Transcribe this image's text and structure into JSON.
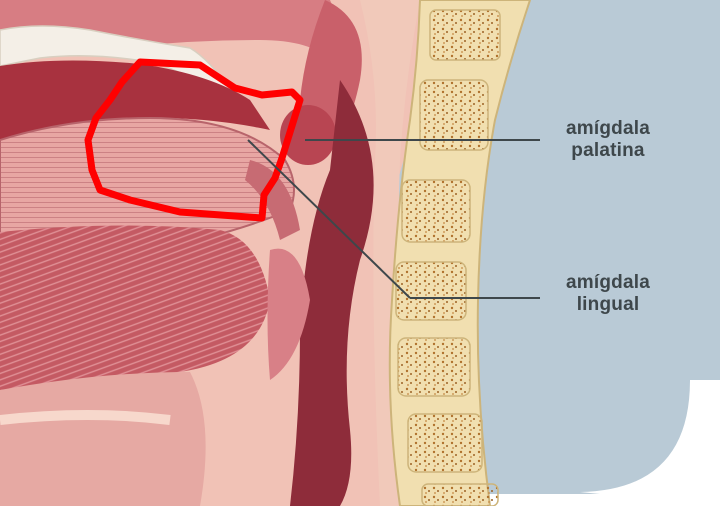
{
  "labels": {
    "palatine": {
      "line1": "amígdala",
      "line2": "palatina"
    },
    "lingual": {
      "line1": "amígdala",
      "line2": "lingual"
    }
  },
  "colors": {
    "background": "#b9cad6",
    "flesh": "#d47a80",
    "flesh_light": "#eab0a8",
    "bone": "#f1dfb0",
    "bone_speckle": "#b0722d",
    "highlight": "#ff0000",
    "leader_line": "#3e474b"
  }
}
